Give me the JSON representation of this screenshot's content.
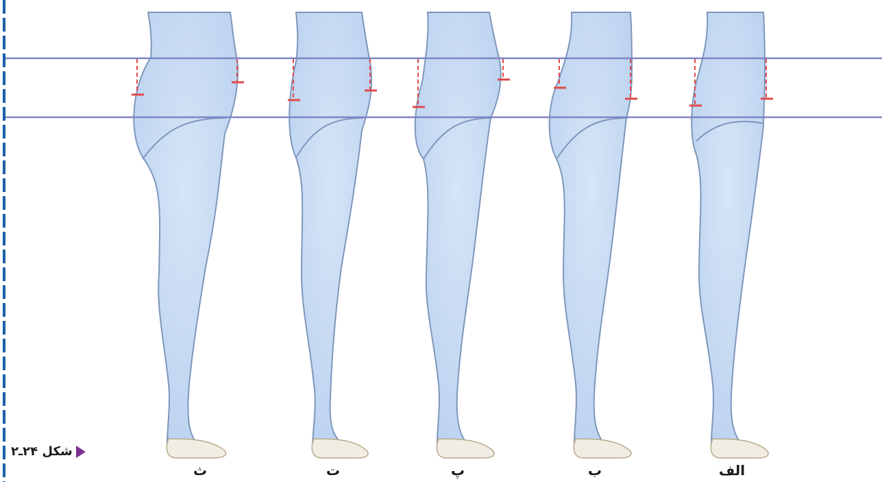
{
  "figure": {
    "caption": "شکل ۲۴ـ۲",
    "labels": {
      "alef": "الف",
      "be": "ب",
      "pe": "پ",
      "te": "ت",
      "se": "ث"
    }
  },
  "colors": {
    "body_fill": "#c9dcf3",
    "body_stroke": "#7e97bd",
    "guide_line": "#7e84c4",
    "marker": "#e0494a",
    "foot_fill": "#f2ede3",
    "rule": "#1a5fa6",
    "caption_arrow": "#7b2f8e"
  }
}
